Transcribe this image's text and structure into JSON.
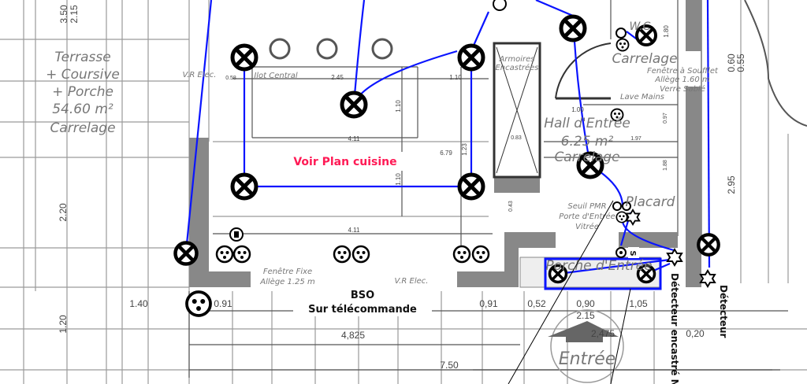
{
  "colors": {
    "wire": "#0a14ff",
    "note": "#ff1a55",
    "walls": "#888888"
  },
  "terrace": {
    "line1": "Terrasse",
    "line2": "+ Coursive",
    "line3": "+ Porche",
    "area": "54.60 m²",
    "floor": "Carrelage"
  },
  "kitchen": {
    "note": "Voir Plan cuisine",
    "island": "Ilot Central",
    "vr": "V.R Elec.",
    "cabinets_1": "Armoires",
    "cabinets_2": "Encastrées"
  },
  "wc": {
    "title": "W.C",
    "floor": "Carrelage",
    "window_1": "Fenêtre à Soufflet",
    "window_2": "Allège 1.60 m",
    "window_3": "Verre Sablé",
    "sink": "Lave Mains"
  },
  "hall": {
    "title": "Hall d'Entrée",
    "area": "6.25 m²",
    "floor": "Carrelage",
    "door_1": "Seuil PMR",
    "door_2": "Porte d'Entrée",
    "door_3": "Vitrée",
    "closet": "Placard"
  },
  "south": {
    "window_1": "Fenêtre Fixe",
    "window_2": "Allège 1.25 m",
    "vr": "V.R Elec.",
    "porch": "Porche d'Entrée",
    "entrance": "Entrée",
    "switch": "S"
  },
  "annotations": {
    "bso_1": "BSO",
    "bso_2": "Sur télécommande",
    "detector_recessed": "Détecteur encastré N",
    "detector": "Détecteur"
  },
  "dimensions": {
    "d350": "3.50",
    "d215a": "2.15",
    "d220": "2.20",
    "d120": "1.20",
    "d140": "1.40",
    "d091a": "0.91",
    "d058": "0.58",
    "d245": "2.45",
    "d110a": "1.10",
    "d110b": "1.10",
    "d110c": "1.10",
    "d411a": "4.11",
    "d411b": "4.11",
    "d679": "6.79",
    "d123": "1.23",
    "d180": "1.80",
    "d060": "0.60",
    "d055": "0.55",
    "d100": "1.00",
    "d097": "0.97",
    "d197": "1.97",
    "d083": "0.83",
    "d188": "1.88",
    "d295": "2.95",
    "d043": "0.43",
    "d4825": "4,825",
    "d750": "7.50",
    "d091b": "0,91",
    "d052": "0,52",
    "d090": "0,90",
    "d105": "1,05",
    "d215b": "2.15",
    "d2475": "2,475",
    "d020": "0,20"
  }
}
